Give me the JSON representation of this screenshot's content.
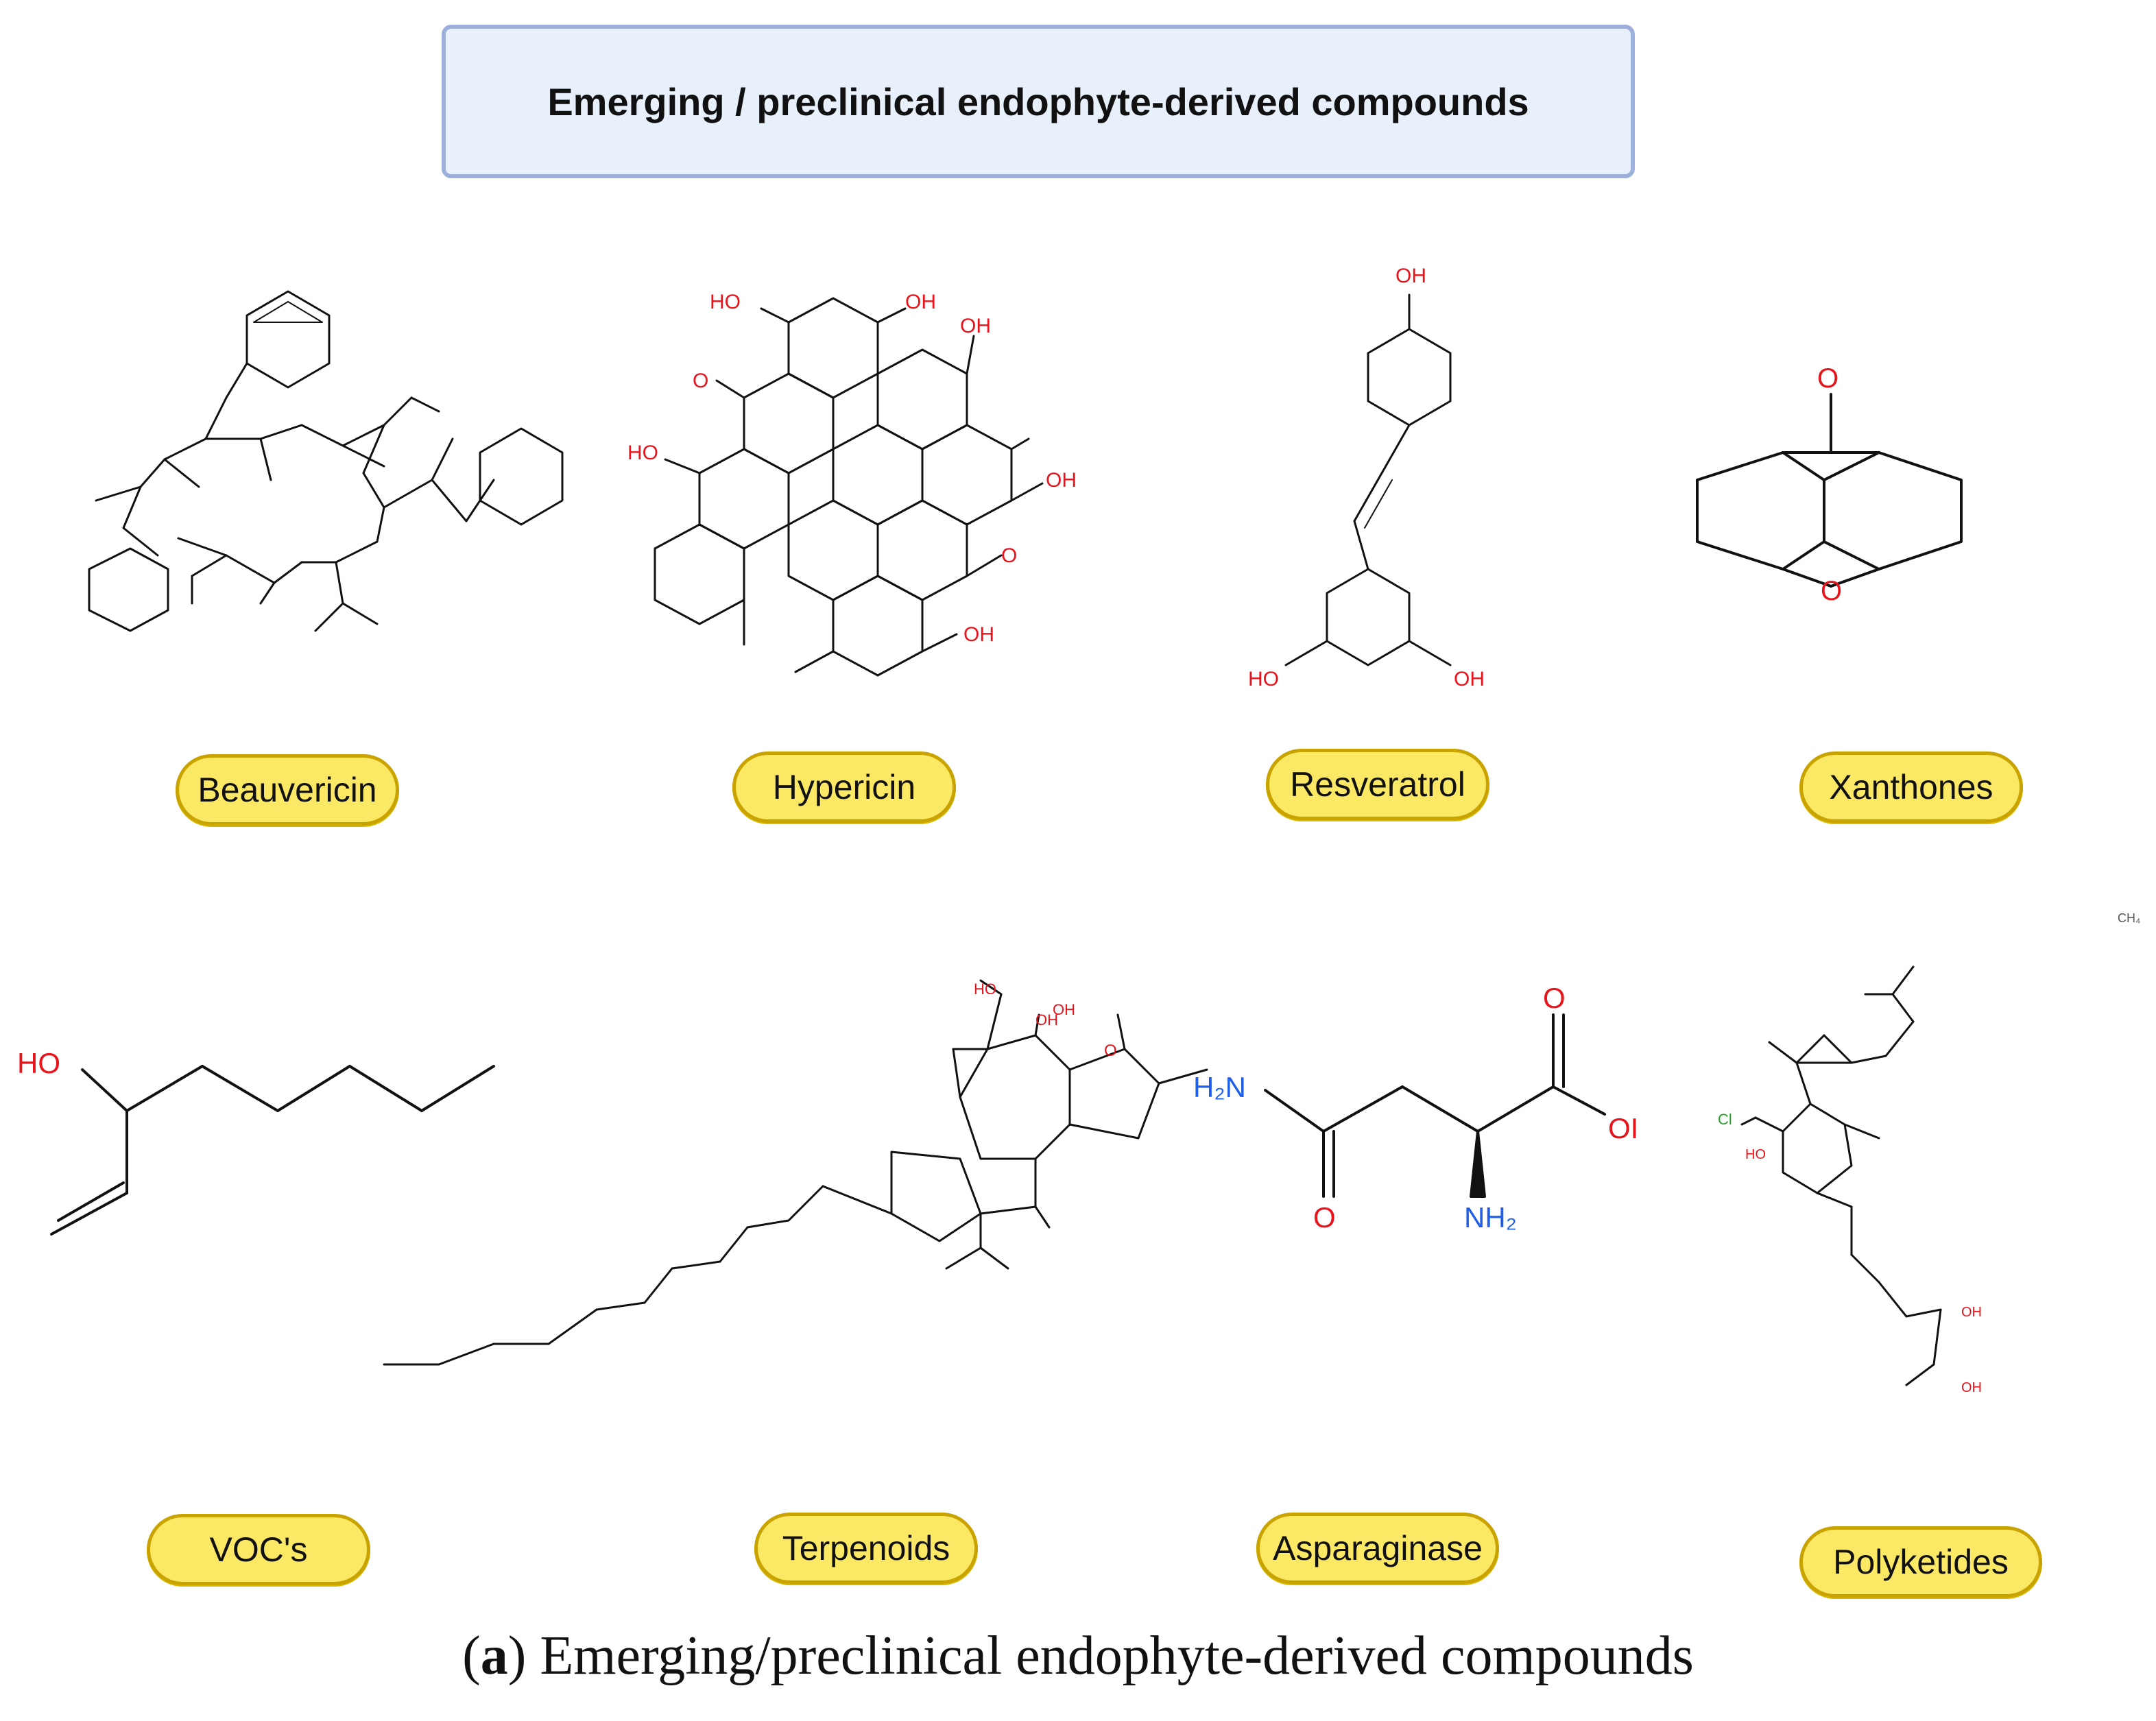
{
  "header": {
    "title": "Emerging / preclinical endophyte-derived compounds"
  },
  "compounds": [
    {
      "name": "Beauvericin"
    },
    {
      "name": "Hypericin"
    },
    {
      "name": "Resveratrol"
    },
    {
      "name": "Xanthones"
    },
    {
      "name": "VOC's"
    },
    {
      "name": "Terpenoids"
    },
    {
      "name": "Asparaginase"
    },
    {
      "name": "Polyketides"
    }
  ],
  "atom_labels": {
    "oh": "OH",
    "ho": "HO",
    "o": "O",
    "n": "N",
    "cl": "Cl",
    "h2n": "H₂N",
    "nh2": "NH₂",
    "o_cut": "OI",
    "ch4": "CH₄"
  },
  "caption": {
    "panel": "a",
    "open": "(",
    "close": ")",
    "text": "Emerging/preclinical endophyte-derived compounds"
  },
  "colors": {
    "oxygen": "#e8141c",
    "nitrogen": "#1f5ee6",
    "chlorine": "#2aa02a",
    "pill_fill": "#fbe865",
    "pill_border": "#c9a400",
    "title_fill": "#e8f0fb",
    "title_border": "#9db0dc"
  }
}
